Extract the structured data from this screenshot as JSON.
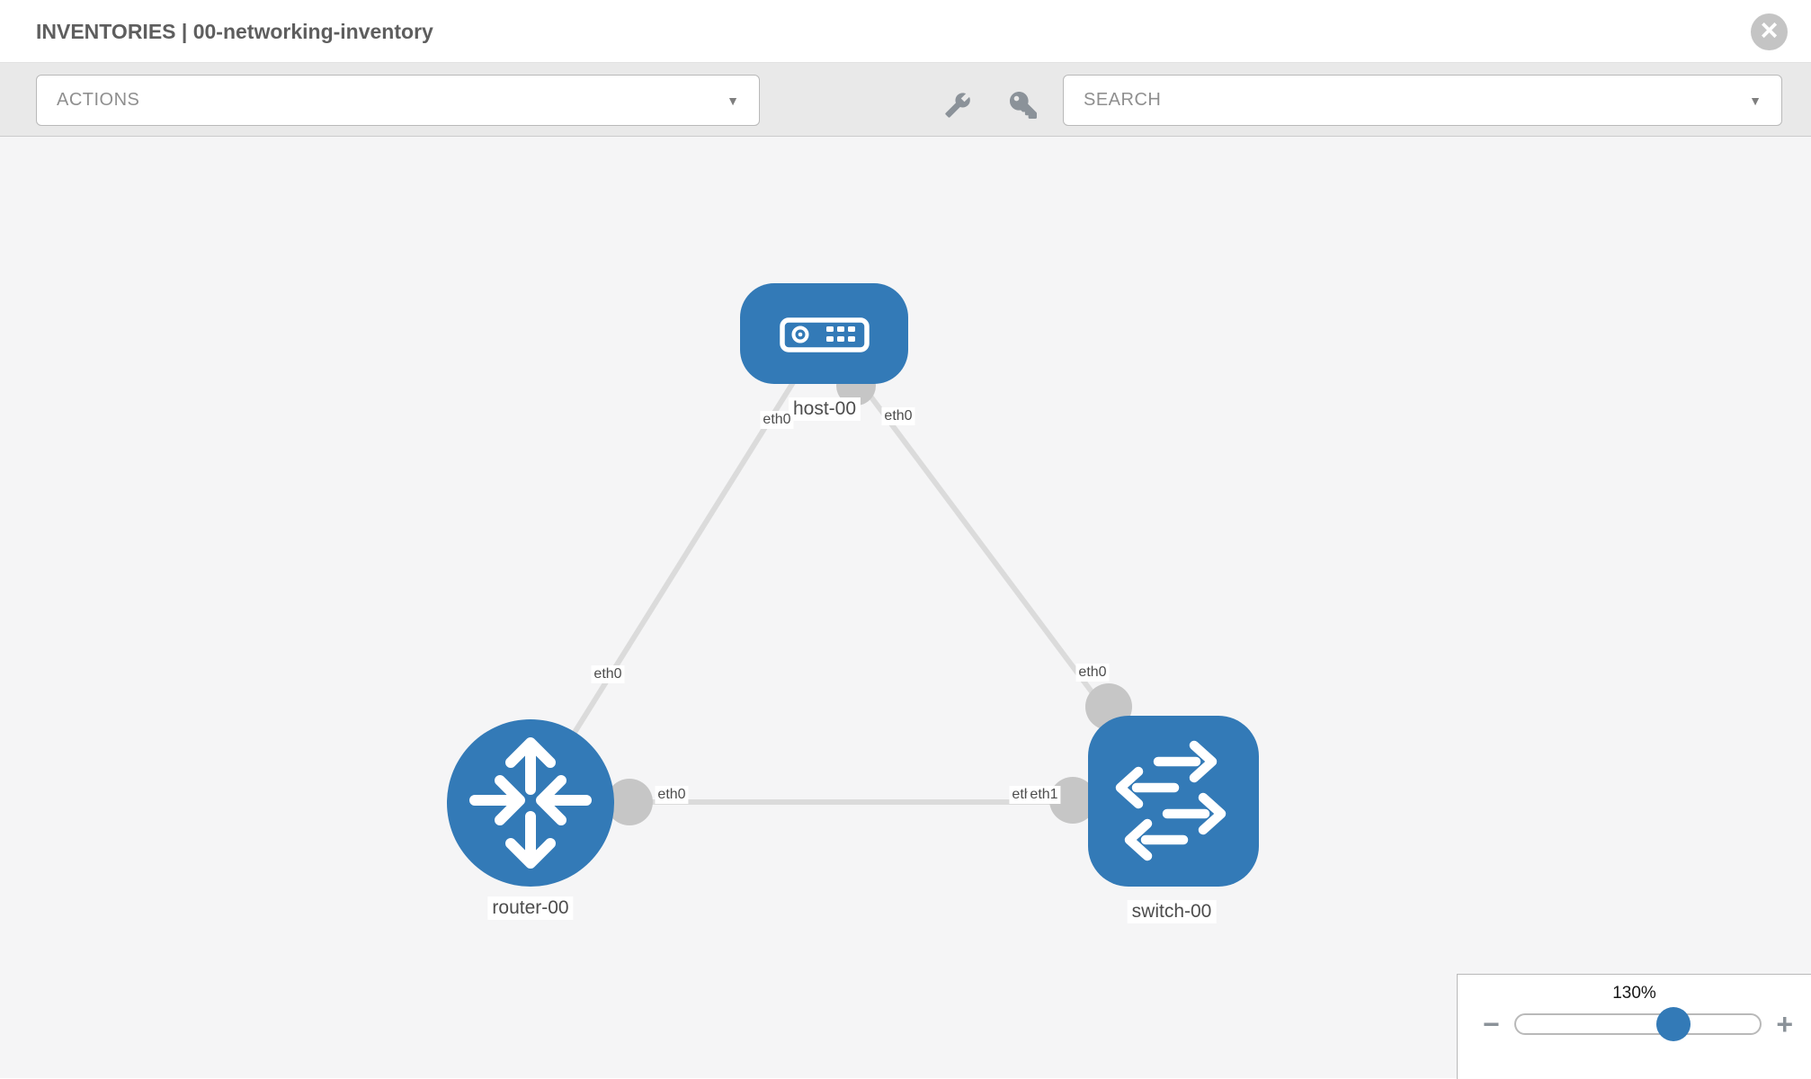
{
  "header": {
    "title": "INVENTORIES | 00-networking-inventory"
  },
  "toolbar": {
    "actions_label": "ACTIONS",
    "search_label": "SEARCH"
  },
  "icons": {
    "close": "×",
    "caret": "▼",
    "minus": "−",
    "plus": "+",
    "toolbar_icons": [
      "wrench-icon",
      "key-icon"
    ]
  },
  "graph": {
    "nodes": [
      {
        "id": "host-00",
        "type": "host",
        "label": "host-00"
      },
      {
        "id": "router-00",
        "type": "router",
        "label": "router-00"
      },
      {
        "id": "switch-00",
        "type": "switch",
        "label": "switch-00"
      }
    ],
    "links": [
      {
        "from": "host-00",
        "to": "router-00"
      },
      {
        "from": "host-00",
        "to": "switch-00"
      },
      {
        "from": "router-00",
        "to": "switch-00"
      }
    ],
    "interfaces": {
      "host_to_router": "eth0",
      "host_to_switch": "eth0",
      "router_to_host": "eth0",
      "router_to_switch": "eth0",
      "switch_to_host": "eth0",
      "switch_to_router_under": "eth0",
      "switch_to_router": "eth1"
    }
  },
  "zoom_control": {
    "level": "130%"
  },
  "colors": {
    "node_blue": "#337ab7",
    "link_gray": "#dbdbdb",
    "connector_gray": "#c6c6c6",
    "canvas_bg": "#f5f5f6",
    "toolbar_bg": "#e9e9e9",
    "label_text": "#4d4d4d"
  }
}
